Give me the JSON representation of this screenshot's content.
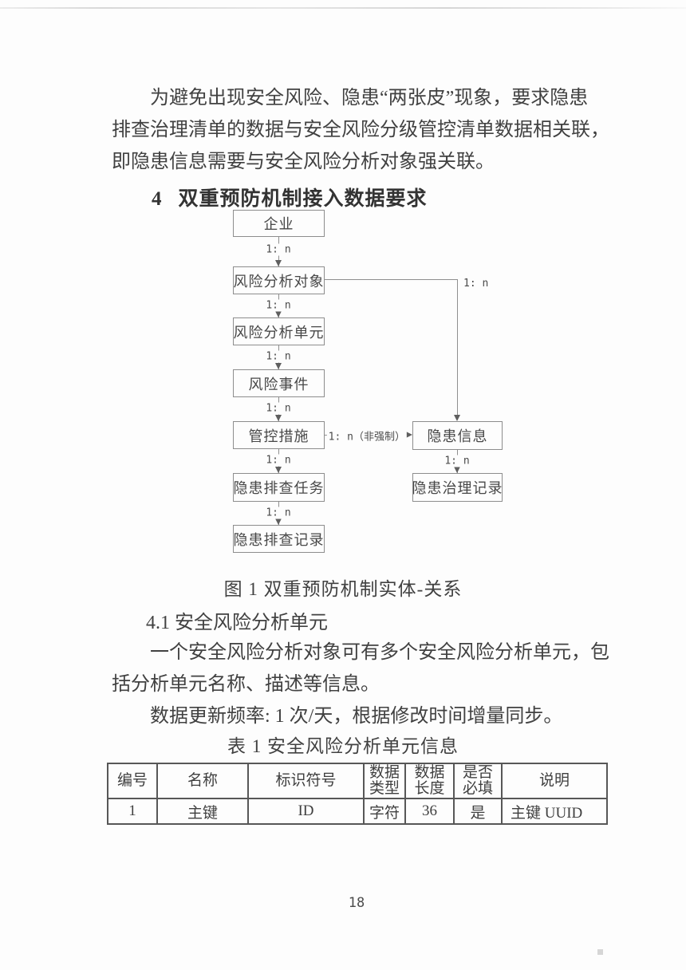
{
  "body": {
    "para1_lines": [
      "为避免出现安全风险、隐患“两张皮”现象，要求隐患",
      "排查治理清单的数据与安全风险分级管控清单数据相关联，",
      "即隐患信息需要与安全风险分析对象强关联。"
    ],
    "heading4_num": "4",
    "heading4_title": "双重预防机制接入数据要求",
    "figure_caption": "图 1 双重预防机制实体-关系",
    "section41": "4.1 安全风险分析单元",
    "para2_lines": [
      "一个安全风险分析对象可有多个安全风险分析单元，包",
      "括分析单元名称、描述等信息。"
    ],
    "para3": "数据更新频率: 1 次/天，根据修改时间增量同步。",
    "table_caption": "表 1 安全风险分析单元信息"
  },
  "diagram": {
    "nodes": [
      {
        "id": "enterprise",
        "label": "企业"
      },
      {
        "id": "risk-analysis-object",
        "label": "风险分析对象"
      },
      {
        "id": "risk-analysis-unit",
        "label": "风险分析单元"
      },
      {
        "id": "risk-event",
        "label": "风险事件"
      },
      {
        "id": "control-measure",
        "label": "管控措施"
      },
      {
        "id": "hazard-check-task",
        "label": "隐患排查任务"
      },
      {
        "id": "hazard-check-record",
        "label": "隐患排查记录"
      },
      {
        "id": "hazard-info",
        "label": "隐患信息"
      },
      {
        "id": "hazard-treatment-record",
        "label": "隐患治理记录"
      }
    ],
    "edge_labels": {
      "one_to_n": "1: n",
      "one_to_n_optional": "1: n（非强制）"
    }
  },
  "table": {
    "headers": [
      {
        "l1": "编号"
      },
      {
        "l1": "名称"
      },
      {
        "l1": "标识符号"
      },
      {
        "l1": "数据",
        "l2": "类型"
      },
      {
        "l1": "数据",
        "l2": "长度"
      },
      {
        "l1": "是否",
        "l2": "必填"
      },
      {
        "l1": "说明"
      }
    ],
    "rows": [
      [
        "1",
        "主键",
        "ID",
        "字符",
        "36",
        "是",
        "主键 UUID"
      ]
    ]
  },
  "page": {
    "number": "18"
  }
}
